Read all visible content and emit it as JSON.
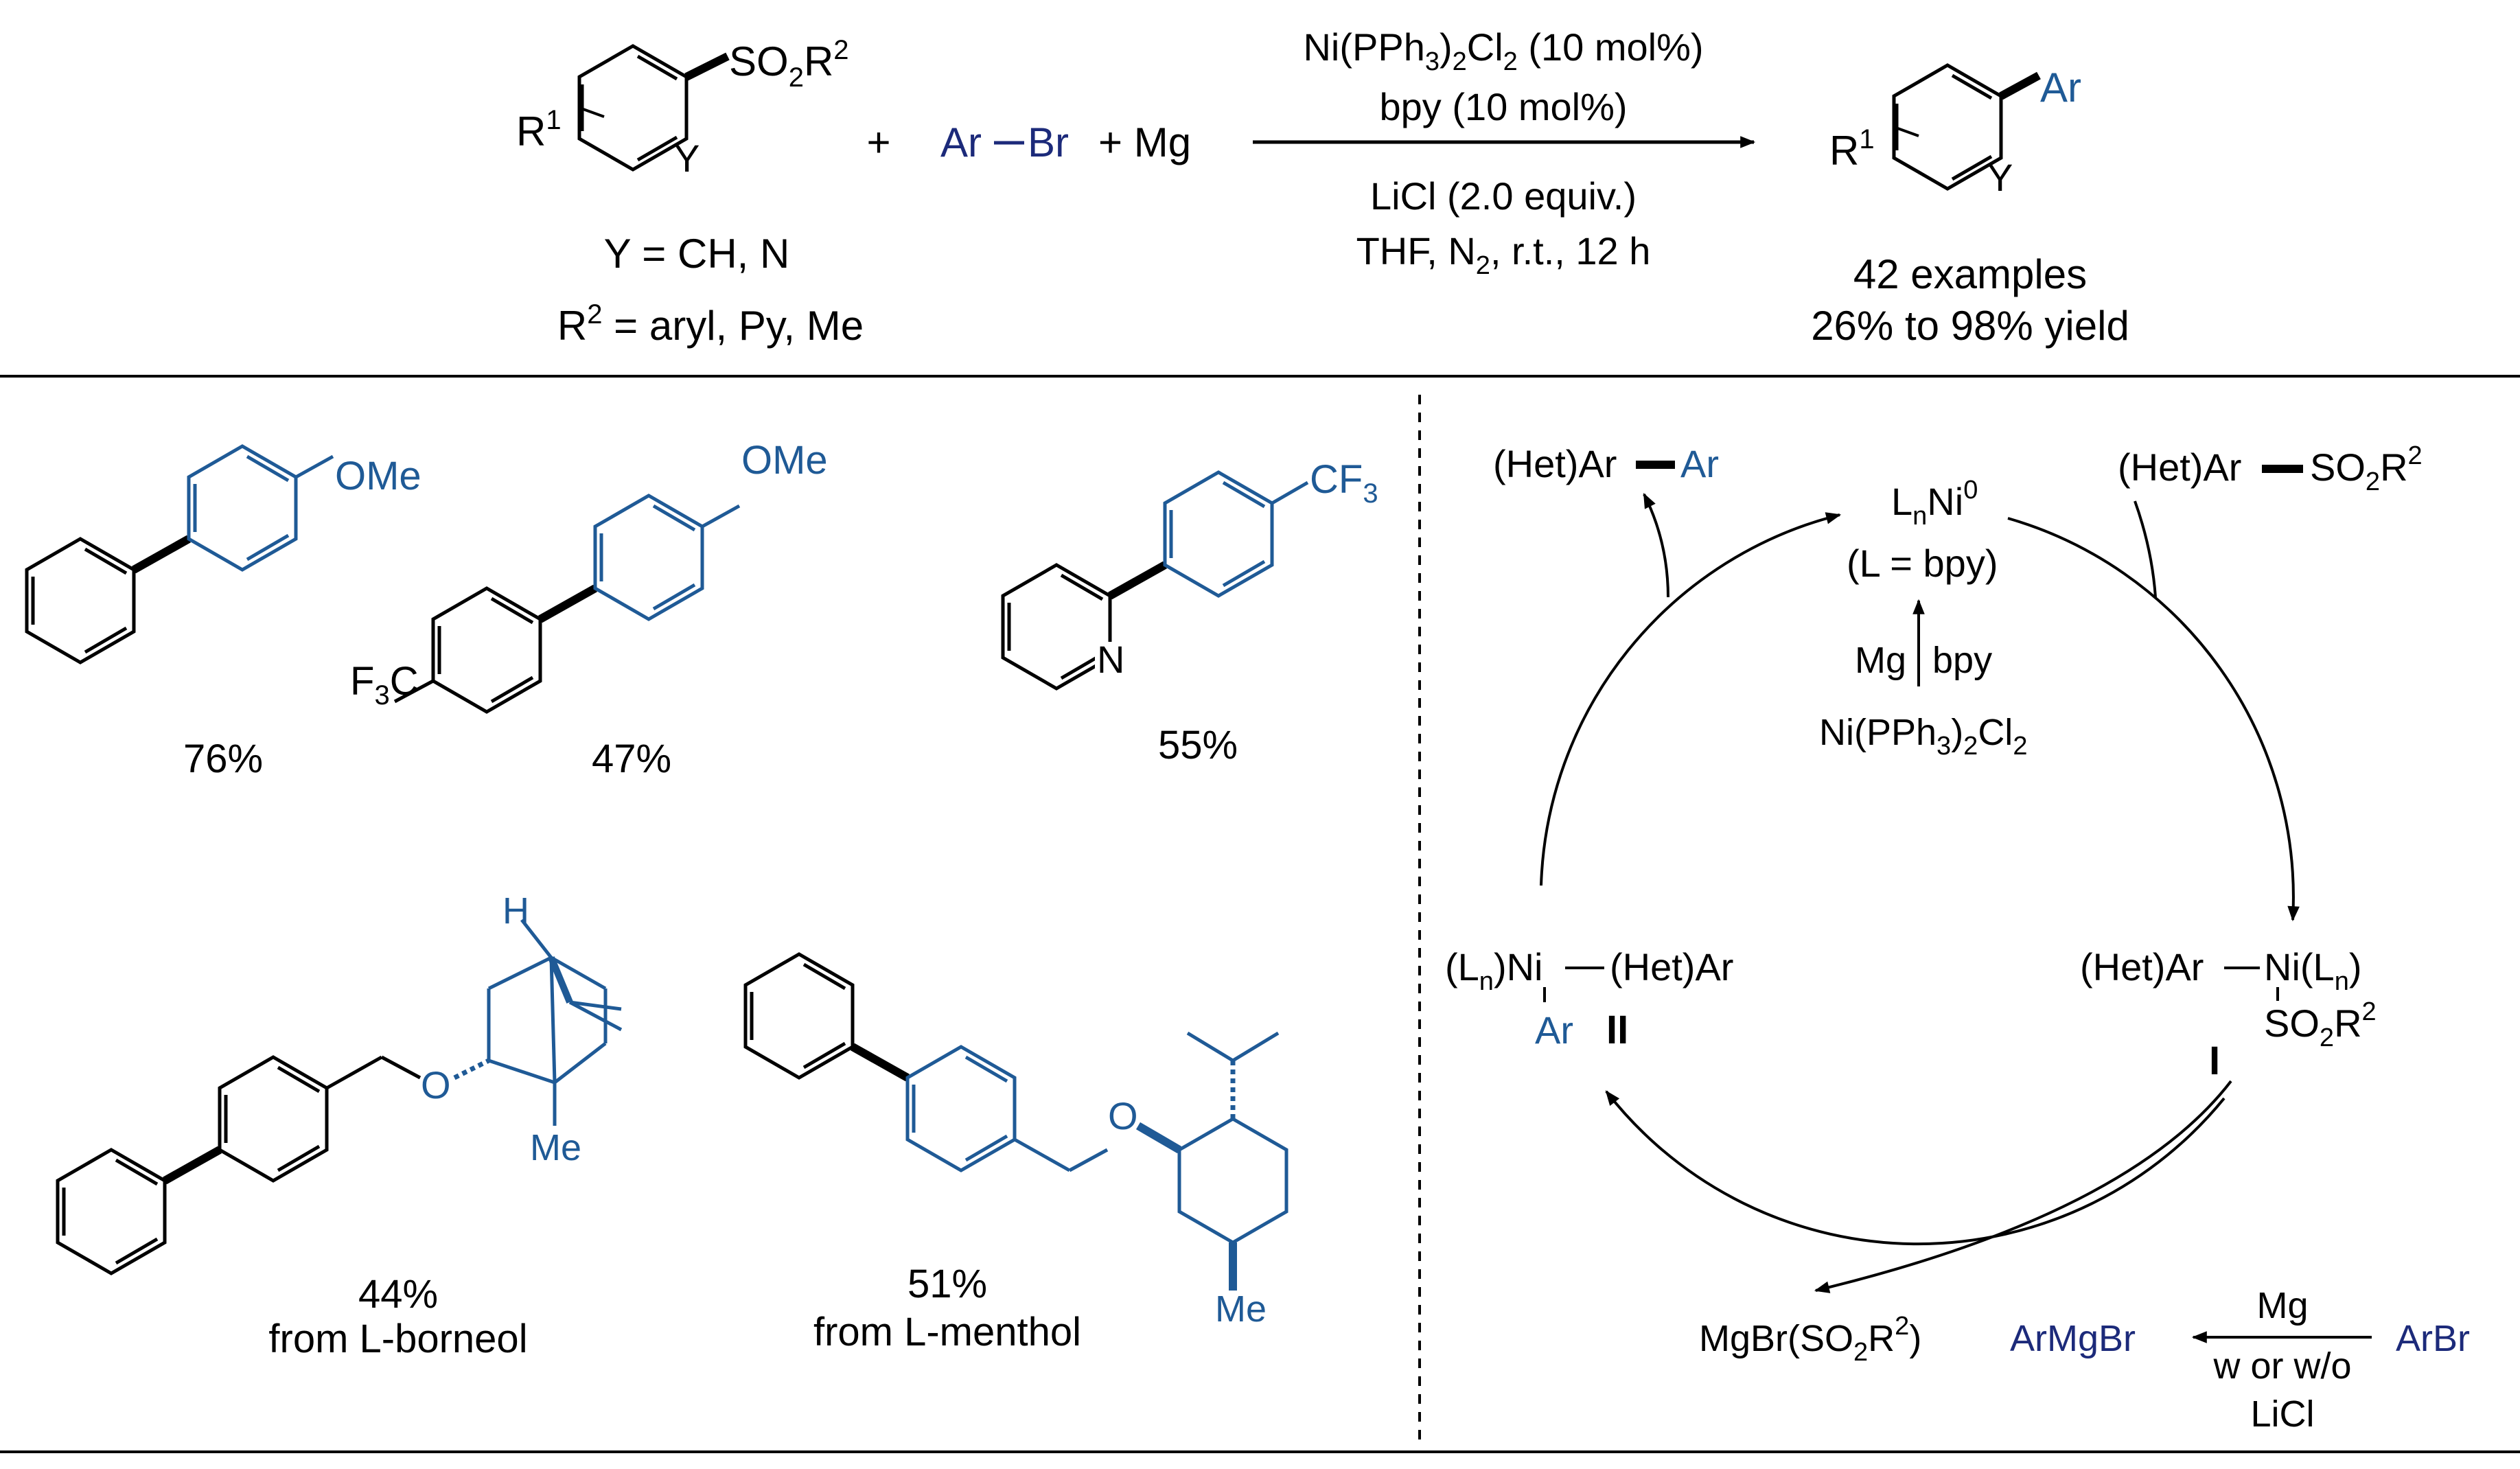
{
  "reaction": {
    "reactant1": {
      "r1": "R",
      "r1_sup": "1",
      "sub_so2": "SO",
      "sub_so2_sub": "2",
      "sub_r": "R",
      "sub_r_sup": "2",
      "ring_y": "Y"
    },
    "conditions_y": "Y = CH, N",
    "conditions_r2": "= aryl, Py, Me",
    "conditions_r2_prefix": "R",
    "conditions_r2_sup": "2",
    "plus1": "+",
    "arbr_ar": "Ar",
    "arbr_br": "Br",
    "plus_mg": "+ Mg",
    "cond_top1_a": "Ni(PPh",
    "cond_top1_s1": "3",
    "cond_top1_b": ")",
    "cond_top1_s2": "2",
    "cond_top1_c": "Cl",
    "cond_top1_s3": "2",
    "cond_top1_d": " (10 mol%)",
    "cond_top2": "bpy (10 mol%)",
    "cond_bot1": "LiCl (2.0 equiv.)",
    "cond_bot2_a": "THF, N",
    "cond_bot2_s": "2",
    "cond_bot2_b": ", r.t., 12 h",
    "product": {
      "r1": "R",
      "r1_sup": "1",
      "ar": "Ar",
      "ring_y": "Y"
    },
    "examples": "42 examples",
    "yield_range": "26% to 98% yield"
  },
  "examples": [
    {
      "yield": "76%",
      "ome": "OMe"
    },
    {
      "yield": "47%",
      "ome": "OMe",
      "cf3_a": "F",
      "cf3_s": "3",
      "cf3_b": "C"
    },
    {
      "yield": "55%",
      "cf3_a": "CF",
      "cf3_s": "3",
      "n": "N"
    },
    {
      "yield": "44%",
      "origin": "from L-borneol",
      "h": "H",
      "me": "Me",
      "o": "O"
    },
    {
      "yield": "51%",
      "origin": "from L-menthol",
      "o": "O",
      "me": "Me"
    }
  ],
  "cycle": {
    "product_het": "(Het)Ar",
    "product_ar": "Ar",
    "cat_l": "L",
    "cat_sub": "n",
    "cat_ni": "Ni",
    "cat_sup": "0",
    "cat_ligand": "(L = bpy)",
    "precat_mg": "Mg",
    "precat_bpy": "bpy",
    "precat_a": "Ni(PPh",
    "precat_s1": "3",
    "precat_b": ")",
    "precat_s2": "2",
    "precat_c": "Cl",
    "precat_s3": "2",
    "substrate_het": "(Het)Ar",
    "substrate_so2": "SO",
    "substrate_so2_sub": "2",
    "substrate_r": "R",
    "substrate_r_sup": "2",
    "int1_het": "(Het)Ar",
    "int1_ni": "Ni(L",
    "int1_sub": "n",
    "int1_close": ")",
    "int1_so2": "SO",
    "int1_so2_sub": "2",
    "int1_r": "R",
    "int1_r_sup": "2",
    "int1_label": "I",
    "int2_open": "(L",
    "int2_sub": "n",
    "int2_ni": ")Ni",
    "int2_het": "(Het)Ar",
    "int2_ar": "Ar",
    "int2_label": "II",
    "byproduct_a": "MgBr(SO",
    "byproduct_s": "2",
    "byproduct_b": "R",
    "byproduct_sup": "2",
    "byproduct_c": ")",
    "grignard": "ArMgBr",
    "grig_mg": "Mg",
    "grig_cond": "w or w/o",
    "grig_licl": "LiCl",
    "arbr": "ArBr"
  },
  "colors": {
    "blue": "#1f5a96",
    "navy": "#1c2a7a",
    "black": "#000000"
  }
}
